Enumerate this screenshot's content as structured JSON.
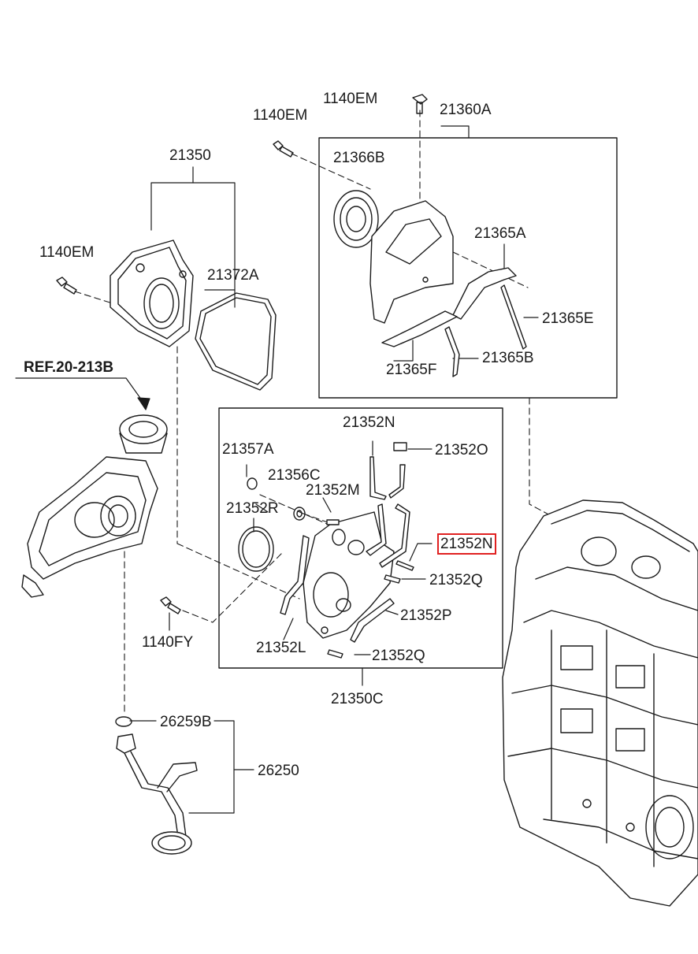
{
  "labels": {
    "p1140EM_top": "1140EM",
    "p21360A": "21360A",
    "p1140EM_mid": "1140EM",
    "p21350": "21350",
    "p21366B": "21366B",
    "p21365A": "21365A",
    "p1140EM_left": "1140EM",
    "p21372A": "21372A",
    "p21365E": "21365E",
    "p21365F": "21365F",
    "p21365B": "21365B",
    "ref": "REF.20-213B",
    "p21352N_top": "21352N",
    "p21357A": "21357A",
    "p21352O": "21352O",
    "p21356C": "21356C",
    "p21352M": "21352M",
    "p21352R": "21352R",
    "p21352N_hl": "21352N",
    "p21352Q_mid": "21352Q",
    "p21352P": "21352P",
    "p1140FY": "1140FY",
    "p21352L": "21352L",
    "p21352Q_bot": "21352Q",
    "p21350C": "21350C",
    "p26259B": "26259B",
    "p26250": "26250"
  },
  "highlight_color": "#e02020",
  "highlighted_part": "21352N"
}
